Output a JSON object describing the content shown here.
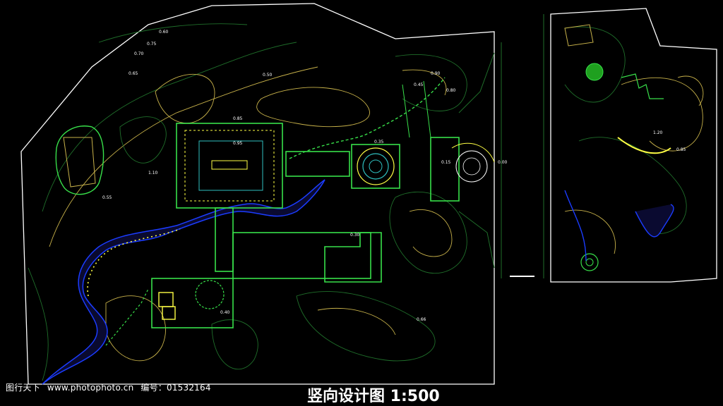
{
  "drawing": {
    "title": "竖向设计图 1:500",
    "elevation_labels": [
      "0.60",
      "0.75",
      "0.70",
      "0.65",
      "0.50",
      "0.45",
      "0.90",
      "0.80",
      "0.85",
      "0.95",
      "1.10",
      "0.55",
      "0.40",
      "0.35",
      "0.30",
      "0.15",
      "1.20",
      "0.00",
      "0.66",
      "0.85"
    ],
    "colors": {
      "background": "#000000",
      "boundary": "#ffffff",
      "contour_green": "#1f6e2a",
      "contour_yellow": "#c8b24a",
      "structure": "#38e04a",
      "water": "#1b3cff",
      "highlight": "#ffff44"
    }
  },
  "watermark": {
    "site": "图行天下",
    "site_url": "www.photophoto.cn",
    "id_label": "编号：01532164"
  }
}
